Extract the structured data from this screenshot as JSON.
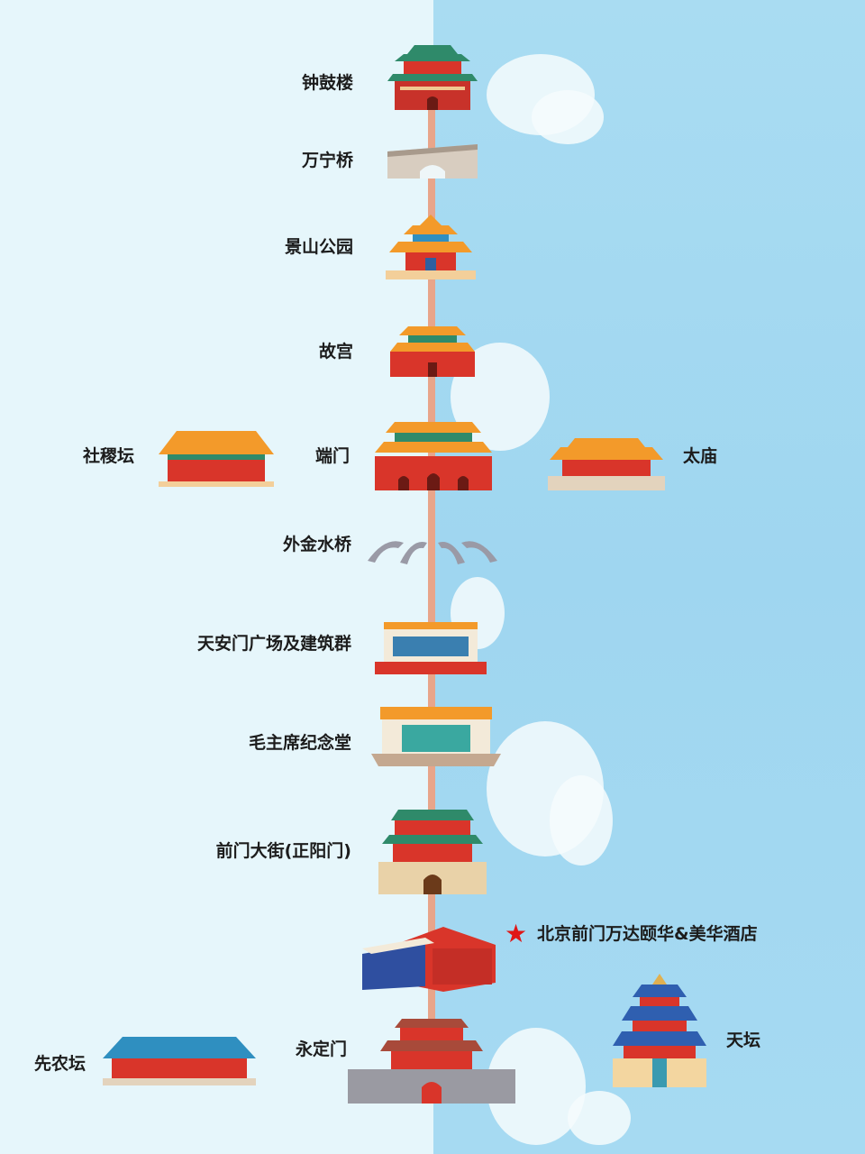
{
  "colors": {
    "bg_left": "#e6f6fb",
    "bg_right": "#a3d8f1",
    "axis": "#e8a58a",
    "roof_orange": "#f39a2a",
    "roof_green": "#2f8a6a",
    "roof_blue": "#2f8fc0",
    "wall_red": "#d9352a",
    "star": "#e01717"
  },
  "landmarks": {
    "zhonggulou": "钟鼓楼",
    "wanningqiao": "万宁桥",
    "jingshan": "景山公园",
    "gugong": "故宫",
    "duanmen": "端门",
    "shejitan": "社稷坛",
    "taimiao": "太庙",
    "waijinshuiqiao": "外金水桥",
    "tiananmen": "天安门广场及建筑群",
    "mausoleum": "毛主席纪念堂",
    "qianmen": "前门大街(正阳门)",
    "hotel": "北京前门万达颐华&美华酒店",
    "yongdingmen": "永定门",
    "xiannongtan": "先农坛",
    "tiantan": "天坛"
  },
  "icons": {
    "hotel_marker": "star-icon"
  }
}
